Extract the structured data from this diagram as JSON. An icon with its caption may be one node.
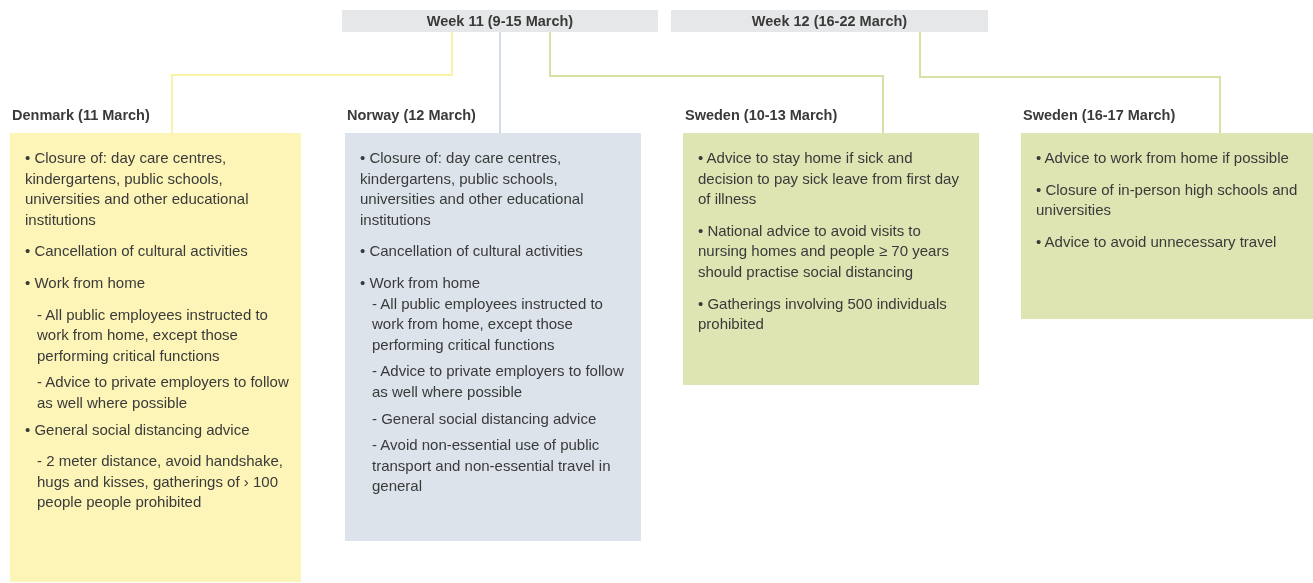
{
  "diagram": {
    "nodes": [
      {
        "text": [
          "Week 11 (9-15 March)"
        ]
      },
      {
        "text": [
          "Week 12 (16-22 March)"
        ]
      },
      {
        "text": [
          "Denmark (11 March)",
          "• Closure of: day care centres, kindergartens, public schools, universities and other educational institutions",
          "• Cancellation of cultural activities",
          "• Work from home",
          "- All public employees instructed to work from home, except those performing critical functions",
          "- Advice to private employers to follow as well where possible",
          "• General social distancing advice",
          "- 2 meter distance, avoid handshake, hugs and kisses, gatherings of › 100 people people prohibited"
        ]
      },
      {
        "text": [
          "Norway (12 March)",
          "• Closure of: day care centres, kindergartens, public schools, universities and other educational institutions",
          "• Cancellation of cultural activities",
          "• Work from home",
          "- All public employees instructed to work from home, except those performing critical functions",
          "- Advice to private employers to follow as well where possible",
          "- General social distancing advice",
          "- Avoid non-essential use of public transport and non-essential travel in general"
        ]
      },
      {
        "text": [
          "Sweden (10-13 March)",
          "•  Advice to stay home if sick and decision to pay sick leave from first day of illness",
          "• National advice to avoid visits to nursing homes and people ≥ 70 years should practise social distancing",
          "• Gatherings involving 500 individuals prohibited"
        ]
      },
      {
        "text": [
          "Sweden (16-17 March)",
          "• Advice to work from home if possible",
          "• Closure of in-person high schools and universities",
          "• Advice to avoid unnecessary travel"
        ]
      }
    ],
    "edges": [
      {
        "from": 0,
        "to": 2,
        "arrow": "none",
        "color": "#fbf3a6"
      },
      {
        "from": 0,
        "to": 3,
        "arrow": "none",
        "color": "#d3dce6"
      },
      {
        "from": 0,
        "to": 4,
        "arrow": "none",
        "color": "#d9e0a6"
      },
      {
        "from": 1,
        "to": 5,
        "arrow": "none",
        "color": "#d9e0a6"
      }
    ]
  }
}
